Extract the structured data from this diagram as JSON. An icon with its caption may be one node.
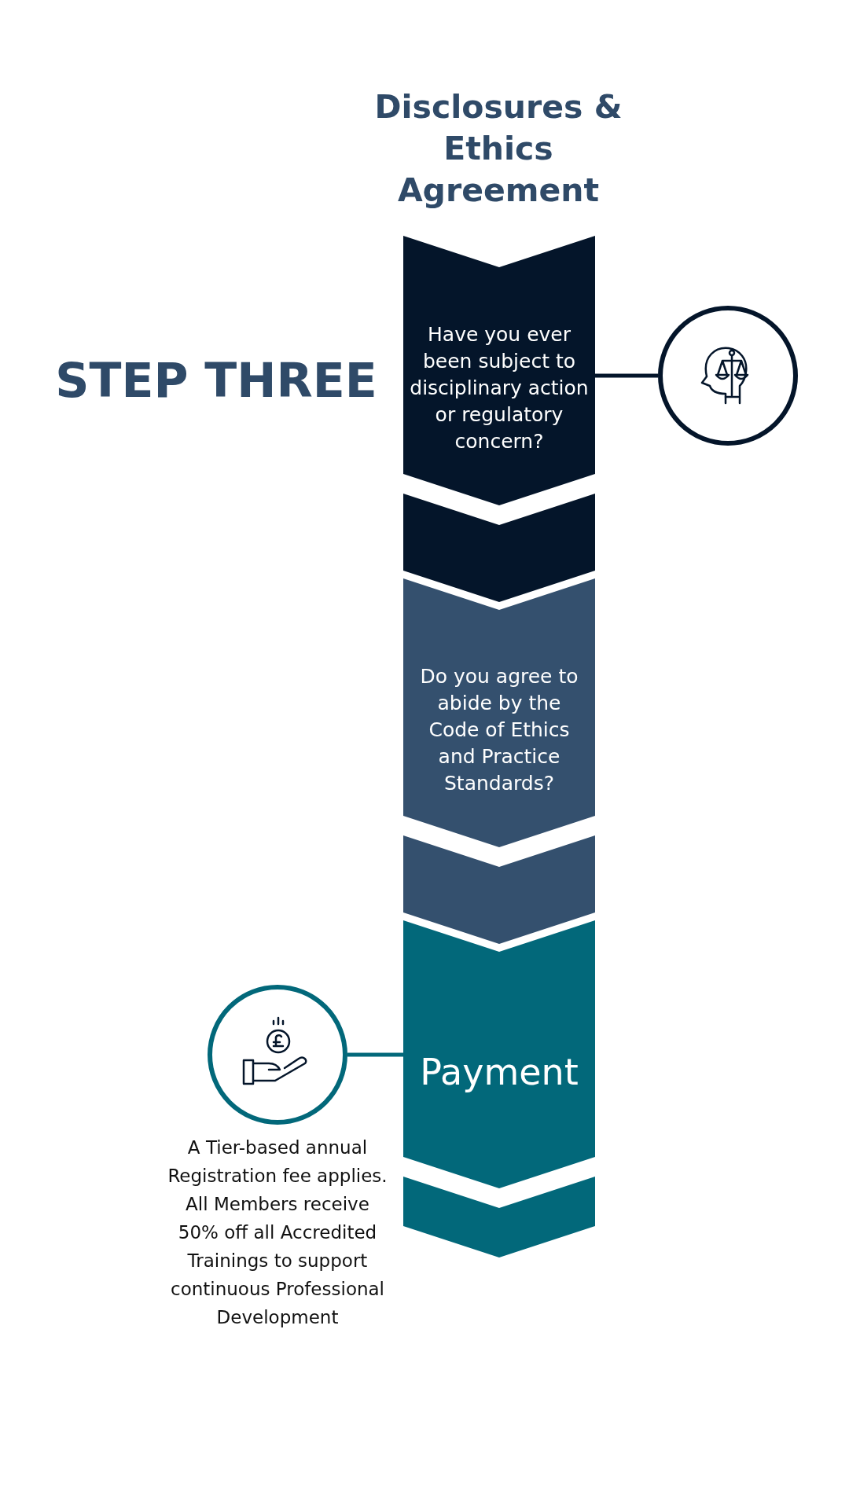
{
  "diagram": {
    "title": "Disclosures & Ethics Agreement",
    "nodes": [
      {
        "text": [
          "Have you ever been subject to disciplinary action or regulatory concern?"
        ]
      },
      {
        "text": [
          "Do you agree to abide by the Code of Ethics and Practice Standards?"
        ]
      },
      {
        "text": [
          "Payment"
        ]
      },
      {
        "text": [],
        "shape": "circle"
      },
      {
        "text": [],
        "shape": "circle"
      }
    ],
    "edges": [
      {
        "from": 0,
        "to": 1,
        "arrow": "to"
      },
      {
        "from": 1,
        "to": 2,
        "arrow": "to"
      },
      {
        "from": 2,
        "to": null,
        "arrow": "to"
      },
      {
        "from": 0,
        "to": 3,
        "arrow": "none"
      },
      {
        "from": 4,
        "to": 2,
        "arrow": "none"
      }
    ],
    "labels": [
      "STEP THREE",
      "A Tier-based annual Registration fee applies. All Members receive 50% off all Accredited Trainings to support continuous Professional Development"
    ]
  }
}
